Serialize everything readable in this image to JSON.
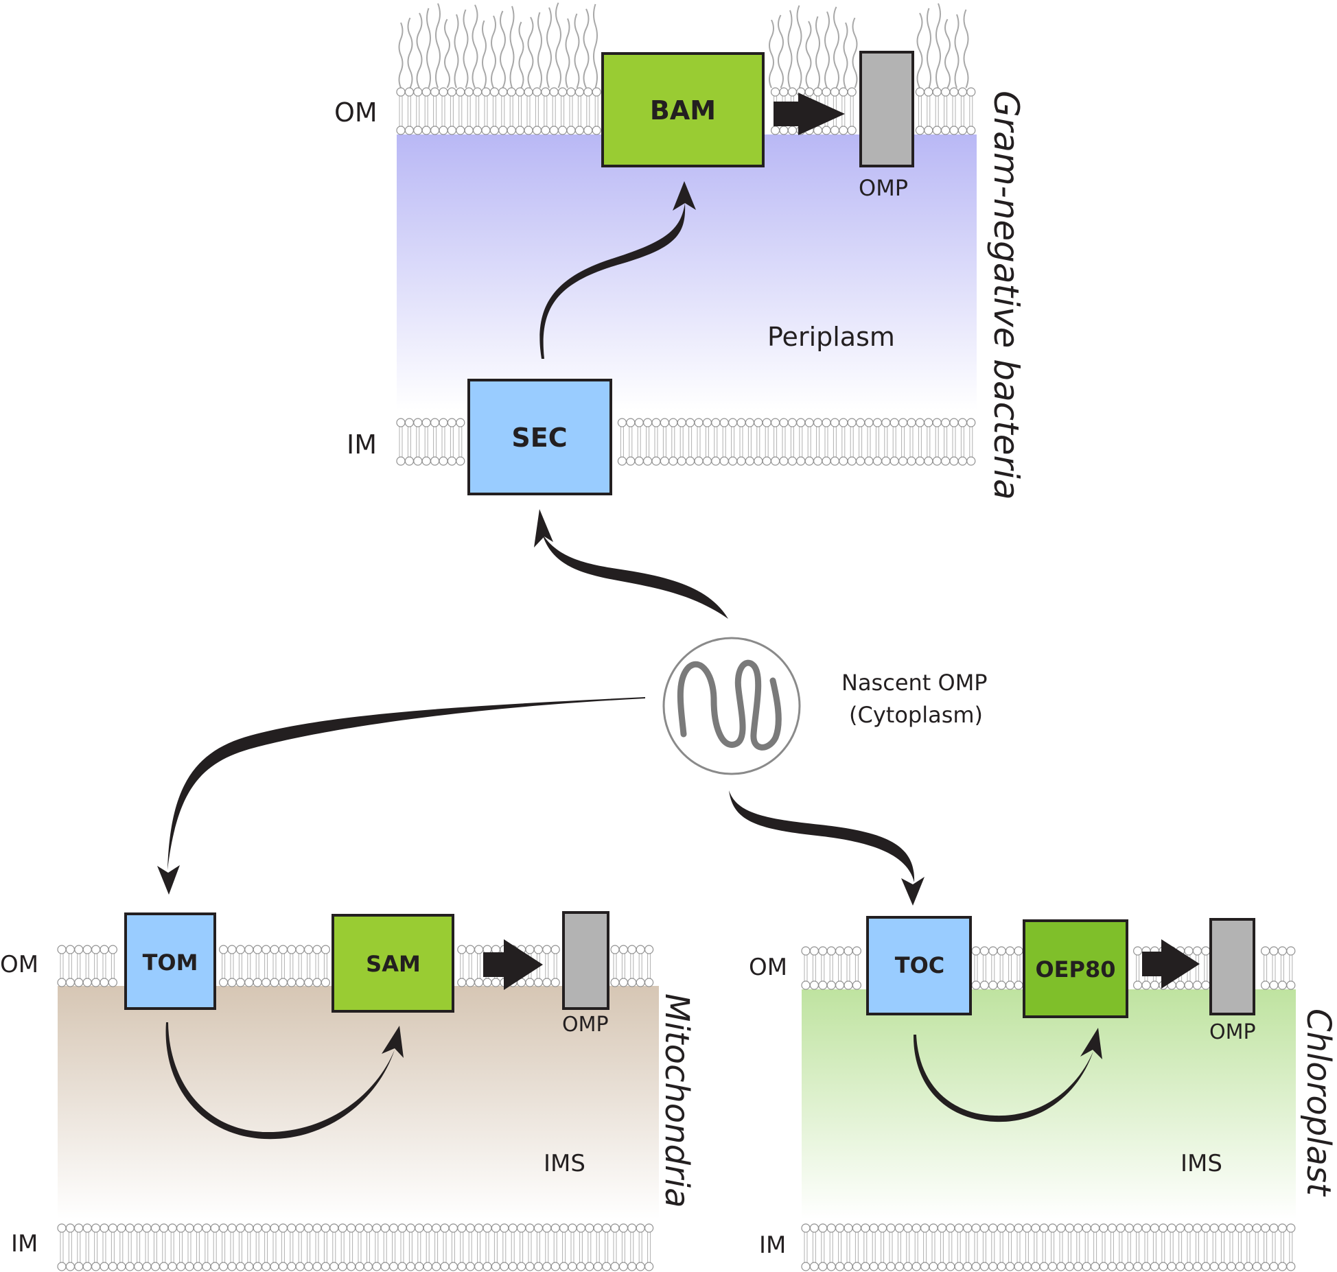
{
  "bacteria": {
    "om_label": "OM",
    "im_label": "IM",
    "bam_label": "BAM",
    "sec_label": "SEC",
    "omp_label": "OMP",
    "space_label": "Periplasm",
    "side_label": "Gram-negative bacteria",
    "color": "#b9b8f5"
  },
  "center": {
    "line1": "Nascent OMP",
    "line2": "(Cytoplasm)"
  },
  "mitochondria": {
    "om_label": "OM",
    "im_label": "IM",
    "tom_label": "TOM",
    "sam_label": "SAM",
    "omp_label": "OMP",
    "space_label": "IMS",
    "side_label": "Mitochondria",
    "color": "#d9cbbb"
  },
  "chloroplast": {
    "om_label": "OM",
    "im_label": "IM",
    "toc_label": "TOC",
    "oep_label": "OEP80",
    "omp_label": "OMP",
    "space_label": "IMS",
    "side_label": "Chloroplast",
    "color": "#c4e6a6"
  },
  "colors": {
    "transporter_blue": "#99ccff",
    "assembly_green": "#99cc33",
    "assembly_green_dark": "#7fbf2a",
    "omp_gray": "#b3b3b3",
    "outline": "#231f20"
  }
}
